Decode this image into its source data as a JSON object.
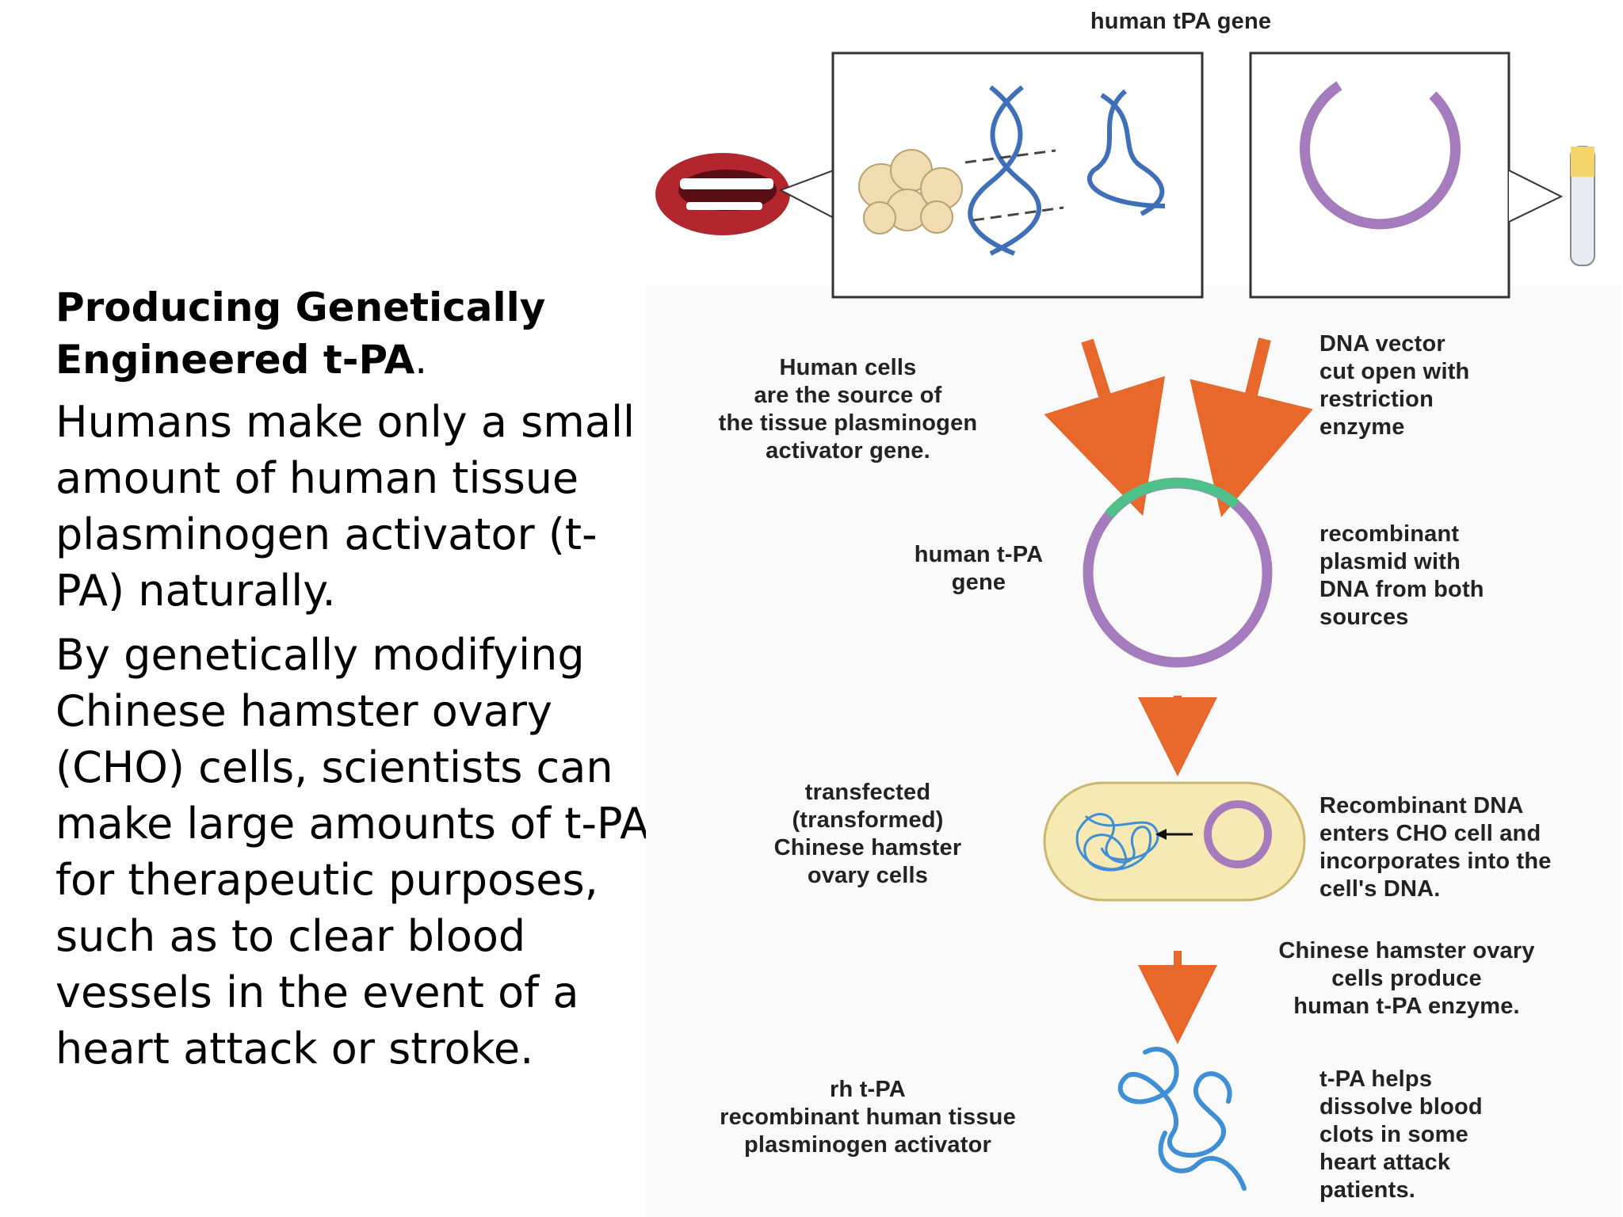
{
  "text_panel": {
    "title": "Producing Genetically Engineered t-PA",
    "title_suffix": ".",
    "paragraph_1": "Humans make only a small amount of human tissue plasminogen activator (t-PA) naturally.",
    "paragraph_2": "By genetically modifying Chinese hamster ovary (CHO) cells, scientists can make large amounts of t-PA for therapeutic purposes, such as to clear blood vessels in the event of a heart attack or stroke."
  },
  "diagram": {
    "top_label": "human tPA gene",
    "human_cells_label": [
      "Human cells",
      "are the source of",
      "the tissue plasminogen",
      "activator gene."
    ],
    "dna_vector_label": [
      "DNA vector",
      "cut open with",
      "restriction",
      "enzyme"
    ],
    "tpa_gene_label": [
      "human t-PA",
      "gene"
    ],
    "recombinant_plasmid_label": [
      "recombinant",
      "plasmid with",
      "DNA from both",
      "sources"
    ],
    "transfected_label": [
      "transfected",
      "(transformed)",
      "Chinese hamster",
      "ovary cells"
    ],
    "recombinant_dna_label": [
      "Recombinant DNA",
      "enters CHO cell and",
      "incorporates into the",
      "cell's DNA."
    ],
    "cho_produce_label": [
      "Chinese hamster ovary",
      "cells produce",
      "human t-PA enzyme."
    ],
    "rh_tpa_label": [
      "rh t-PA",
      "recombinant human tissue",
      "plasminogen activator"
    ],
    "tpa_helps_label": [
      "t-PA helps",
      "dissolve blood",
      "clots in some",
      "heart attack",
      "patients."
    ],
    "colors": {
      "arrow_orange": "#e8672a",
      "plasmid_purple": "#a57bbd",
      "insert_green": "#4fc08a",
      "dna_blue": "#3f6fb8",
      "cell_yellow": "#f6e9b3",
      "protein_blue": "#3f8fd6",
      "lips_red": "#b3262e"
    }
  }
}
